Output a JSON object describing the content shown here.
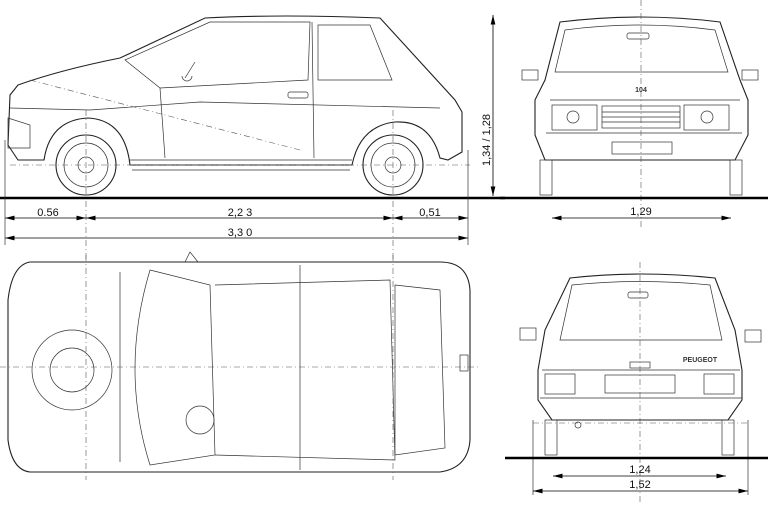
{
  "title": "Peugeot 104 blueprint",
  "dimensions": {
    "front_overhang": "0.56",
    "wheelbase": "2,2 3",
    "rear_overhang": "0,51",
    "overall_length": "3,3 0",
    "height": "1,34 / 1,28",
    "overall_width_front": "1,29",
    "rear_track": "1,24",
    "overall_width_rear": "1,52"
  },
  "logos": {
    "front_badge": "104",
    "rear_badge": "PEUGEOT"
  },
  "views": [
    "side",
    "front",
    "top",
    "rear"
  ]
}
